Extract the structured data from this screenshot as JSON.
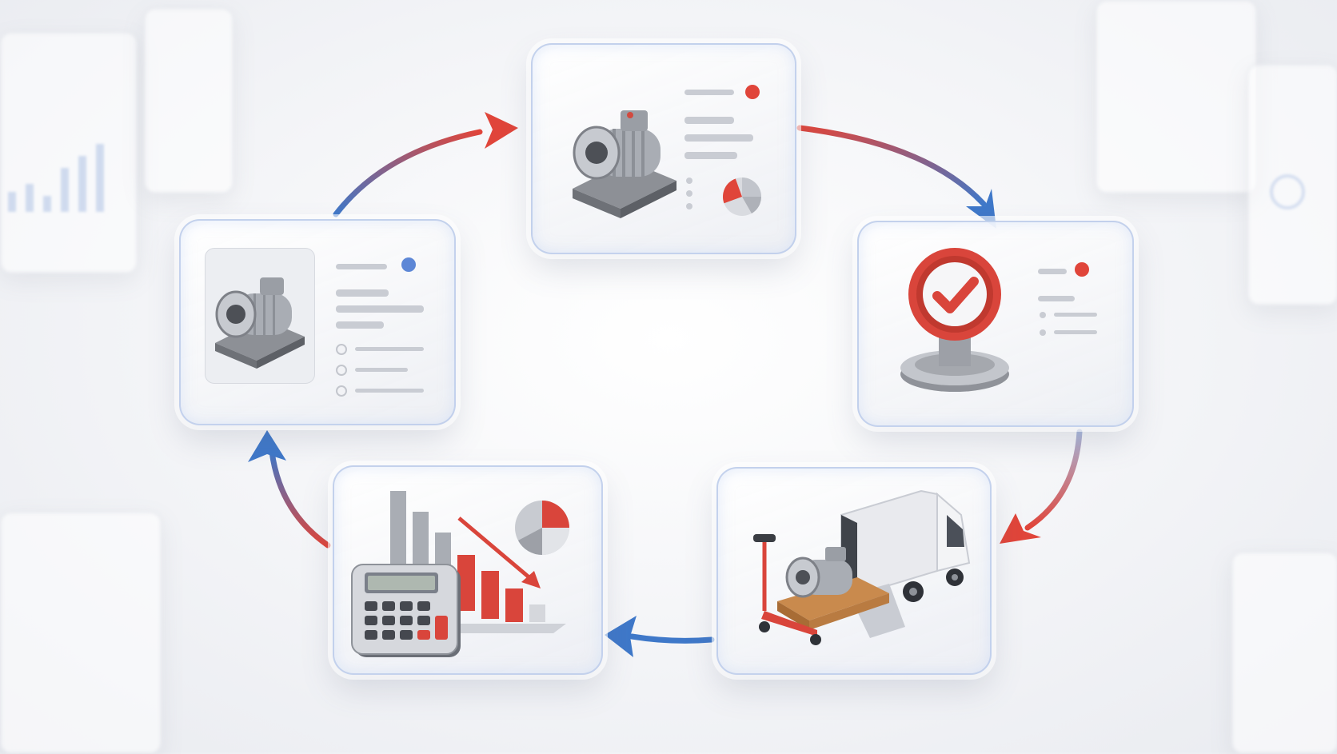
{
  "diagram": {
    "type": "cycle",
    "steps": [
      {
        "id": "product-spec",
        "icon": "electric-motor-icon"
      },
      {
        "id": "quality-check",
        "icon": "approval-stamp-icon"
      },
      {
        "id": "delivery",
        "icon": "delivery-truck-icon"
      },
      {
        "id": "cost-analysis",
        "icon": "calculator-chart-icon"
      },
      {
        "id": "product-catalog",
        "icon": "electric-motor-icon"
      }
    ],
    "flow": "clockwise"
  },
  "colors": {
    "accent_red": "#e0453a",
    "accent_blue": "#3f78c9",
    "card_border": "#bccde9",
    "placeholder_line": "#c9ccd3"
  }
}
